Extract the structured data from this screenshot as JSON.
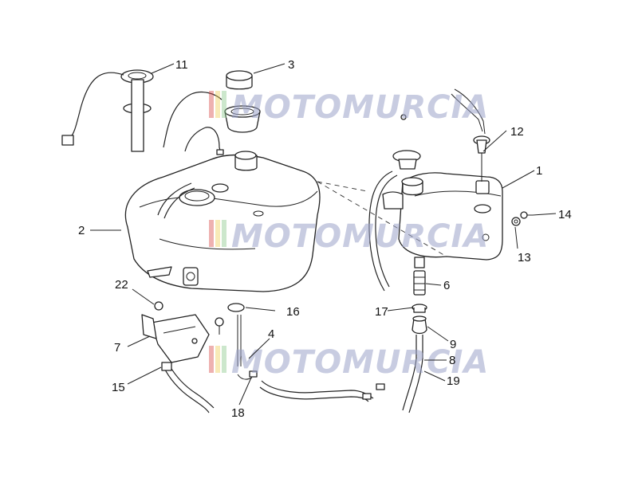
{
  "diagram": {
    "watermark": "MOTOMURCIA",
    "part_numbers": [
      "1",
      "2",
      "3",
      "4",
      "6",
      "7",
      "8",
      "9",
      "11",
      "12",
      "13",
      "14",
      "15",
      "16",
      "17",
      "18",
      "19",
      "22"
    ]
  },
  "colors": {
    "line": "#222222",
    "watermark_blue": "#9aa2c8",
    "watermark_red": "#d9534f",
    "watermark_yellow": "#f0d060",
    "watermark_green": "#8fc98f"
  }
}
